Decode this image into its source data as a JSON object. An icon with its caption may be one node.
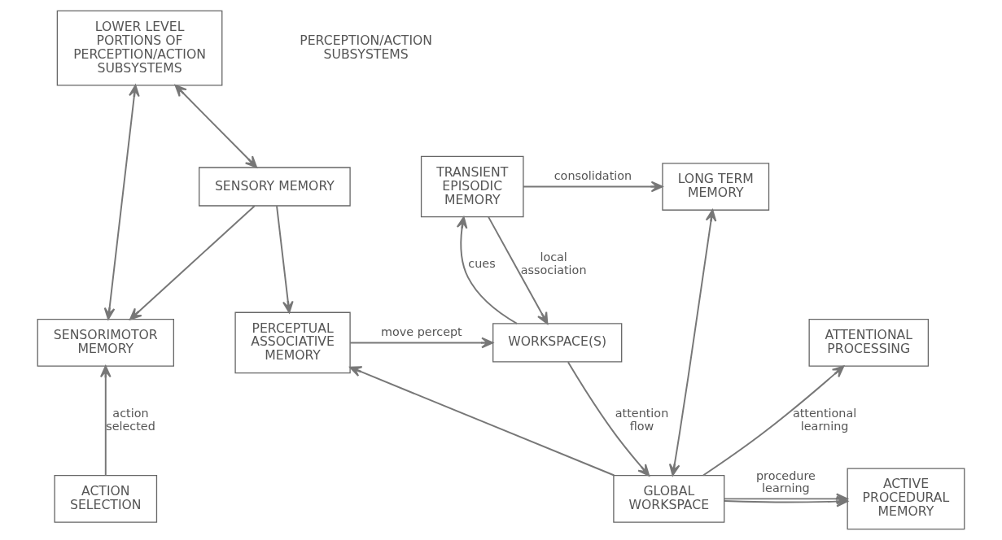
{
  "diagram": {
    "nodes": [
      {
        "text": [
          "LOWER LEVEL PORTIONS OF PERCEPTION/ACTION SUBSYSTEMS"
        ]
      },
      {
        "text": [
          "SENSORY MEMORY"
        ]
      },
      {
        "text": [
          "TRANSIENT EPISODIC MEMORY"
        ]
      },
      {
        "text": [
          "LONG TERM MEMORY"
        ]
      },
      {
        "text": [
          "SENSORIMOTOR MEMORY"
        ]
      },
      {
        "text": [
          "PERCEPTUAL ASSOCIATIVE MEMORY"
        ]
      },
      {
        "text": [
          "WORKSPACE(S)"
        ]
      },
      {
        "text": [
          "ATTENTIONAL PROCESSING"
        ]
      },
      {
        "text": [
          "ACTIVE PROCEDURAL MEMORY"
        ]
      },
      {
        "text": [
          "GLOBAL WORKSPACE"
        ]
      },
      {
        "text": [
          "ACTION SELECTION"
        ]
      }
    ],
    "edges": [
      {
        "from": 0,
        "to": 4,
        "arrow": "both"
      },
      {
        "from": 0,
        "to": 1,
        "arrow": "both"
      },
      {
        "from": 1,
        "to": 4,
        "arrow": "to"
      },
      {
        "from": 1,
        "to": 5,
        "arrow": "to"
      },
      {
        "from": 2,
        "to": 3,
        "arrow": "to",
        "label": "consolidation"
      },
      {
        "from": 2,
        "to": 6,
        "arrow": "to",
        "label": "local association"
      },
      {
        "from": 6,
        "to": 2,
        "arrow": "to",
        "label": "cues"
      },
      {
        "from": 5,
        "to": 6,
        "arrow": "to",
        "label": "move percept"
      },
      {
        "from": 6,
        "to": 9,
        "arrow": "to",
        "label": "attention flow"
      },
      {
        "from": 9,
        "to": 7,
        "arrow": "to",
        "label": "attentional learning"
      },
      {
        "from": 9,
        "to": 8,
        "arrow": "to",
        "label": "procedure learning"
      },
      {
        "from": 9,
        "to": 8,
        "arrow": "to"
      },
      {
        "from": 3,
        "to": 9,
        "arrow": "both"
      },
      {
        "from": 9,
        "to": 5,
        "arrow": "to"
      },
      {
        "from": 10,
        "to": 4,
        "arrow": "to",
        "label": "action selected"
      }
    ],
    "labels": [
      "PERCEPTION/ACTION SUBSYSTEMS"
    ]
  }
}
